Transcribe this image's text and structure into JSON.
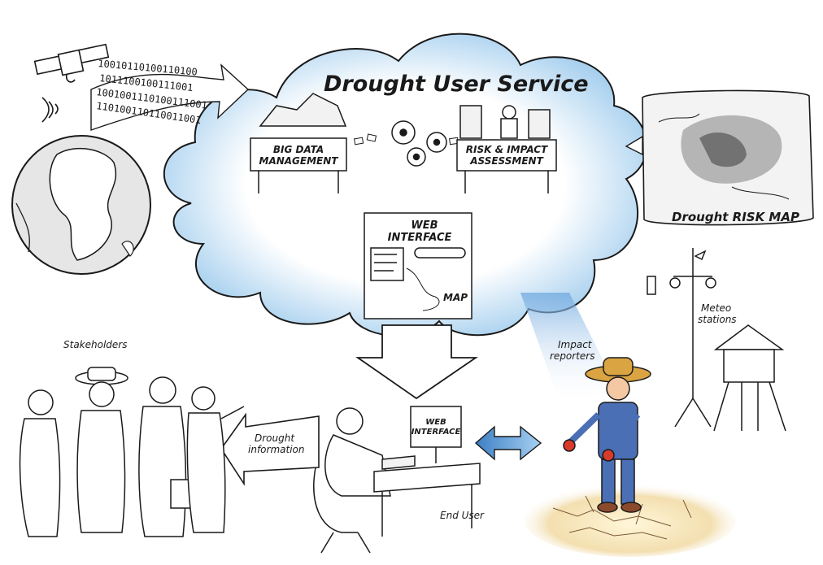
{
  "title": "Drought User Service",
  "labels": {
    "big_data": [
      "BIG DATA",
      "MANAGEMENT"
    ],
    "risk_impact": [
      "RISK & IMPACT",
      "ASSESSMENT"
    ],
    "web_interface": [
      "WEB",
      "INTERFACE"
    ],
    "map": "MAP",
    "monitor_web_interface": [
      "WEB",
      "INTERFACE"
    ],
    "risk_map": "Drought RISK MAP",
    "stakeholders": "Stakeholders",
    "drought_information": [
      "Drought",
      "information"
    ],
    "end_user": "End User",
    "impact_reporters": [
      "Impact",
      "reporters"
    ],
    "meteo_stations": [
      "Meteo",
      "stations"
    ],
    "binary_lines": [
      "10010110100110100",
      "1011100100111001",
      "1001001110100111001",
      "110100110110011001"
    ]
  },
  "colors": {
    "cloud": "#8fc3ea",
    "arrow_blue": "#5b9bd5",
    "ink": "#1a1a1a",
    "farmer_shirt": "#4a6fb5",
    "hat": "#d9a441",
    "soil": "#d9b07a"
  }
}
